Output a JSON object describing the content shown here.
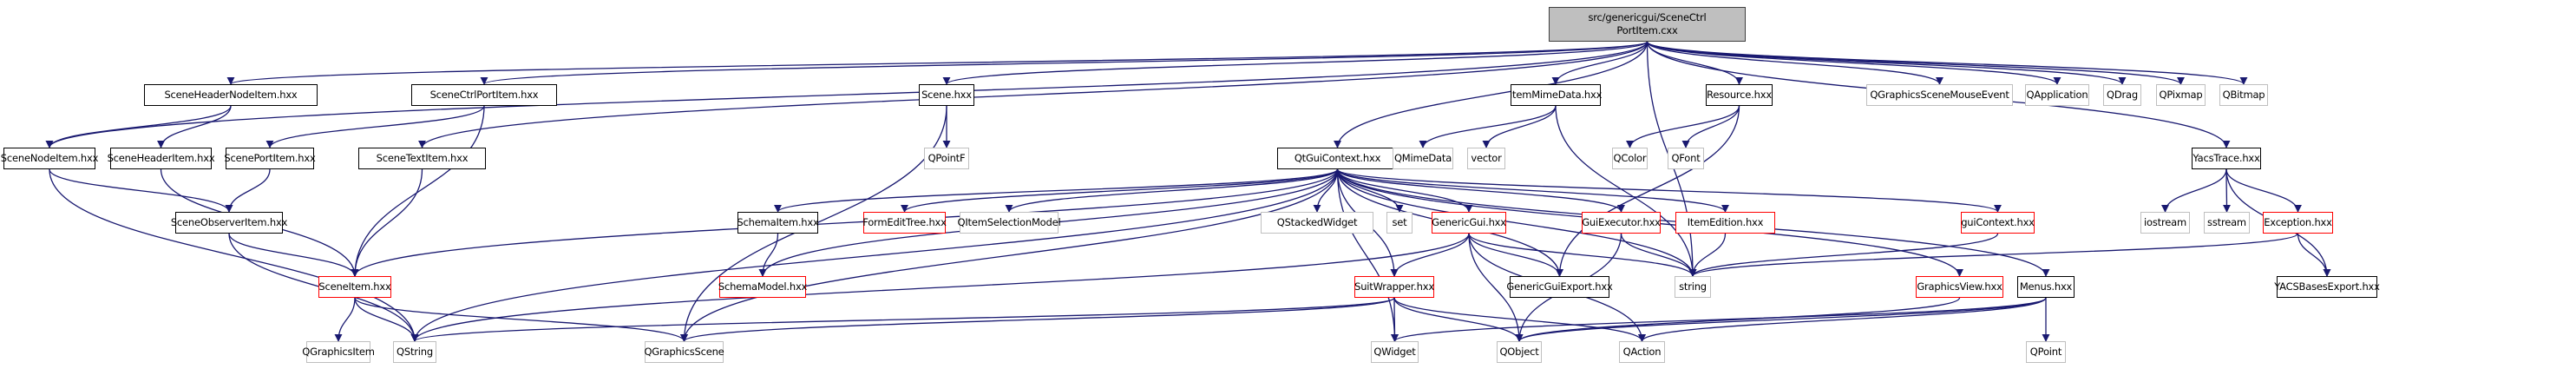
{
  "diagram": {
    "title": "src/genericgui/SceneCtrlPortItem.cxx include dependency graph",
    "colors": {
      "edge": "#191970",
      "root_fill": "#bfbfbf",
      "documented_border": "#000000",
      "truncated_border": "#ff0000",
      "external_border": "#bfbfbf"
    },
    "nodes": [
      {
        "id": "root",
        "label_lines": [
          "src/genericgui/SceneCtrl",
          "PortItem.cxx"
        ],
        "kind": "root"
      },
      {
        "id": "SceneHeaderNodeItem",
        "label": "SceneHeaderNodeItem.hxx",
        "kind": "doc"
      },
      {
        "id": "SceneCtrlPortItem",
        "label": "SceneCtrlPortItem.hxx",
        "kind": "doc"
      },
      {
        "id": "Scene",
        "label": "Scene.hxx",
        "kind": "doc"
      },
      {
        "id": "ItemMimeData",
        "label": "ItemMimeData.hxx",
        "kind": "doc"
      },
      {
        "id": "Resource",
        "label": "Resource.hxx",
        "kind": "doc"
      },
      {
        "id": "QGraphicsSceneMouseEvent",
        "label": "QGraphicsSceneMouseEvent",
        "kind": "ext"
      },
      {
        "id": "QApplication",
        "label": "QApplication",
        "kind": "ext"
      },
      {
        "id": "QDrag",
        "label": "QDrag",
        "kind": "ext"
      },
      {
        "id": "QPixmap",
        "label": "QPixmap",
        "kind": "ext"
      },
      {
        "id": "QBitmap",
        "label": "QBitmap",
        "kind": "ext"
      },
      {
        "id": "SceneNodeItem",
        "label": "SceneNodeItem.hxx",
        "kind": "doc"
      },
      {
        "id": "SceneHeaderItem",
        "label": "SceneHeaderItem.hxx",
        "kind": "doc"
      },
      {
        "id": "ScenePortItem",
        "label": "ScenePortItem.hxx",
        "kind": "doc"
      },
      {
        "id": "SceneTextItem",
        "label": "SceneTextItem.hxx",
        "kind": "doc"
      },
      {
        "id": "QPointF",
        "label": "QPointF",
        "kind": "ext"
      },
      {
        "id": "QtGuiContext",
        "label": "QtGuiContext.hxx",
        "kind": "doc"
      },
      {
        "id": "QMimeData",
        "label": "QMimeData",
        "kind": "ext"
      },
      {
        "id": "vector",
        "label": "vector",
        "kind": "ext"
      },
      {
        "id": "QColor",
        "label": "QColor",
        "kind": "ext"
      },
      {
        "id": "QFont",
        "label": "QFont",
        "kind": "ext"
      },
      {
        "id": "YacsTrace",
        "label": "YacsTrace.hxx",
        "kind": "doc"
      },
      {
        "id": "SceneObserverItem",
        "label": "SceneObserverItem.hxx",
        "kind": "doc"
      },
      {
        "id": "SchemaItem",
        "label": "SchemaItem.hxx",
        "kind": "doc"
      },
      {
        "id": "FormEditTree",
        "label": "FormEditTree.hxx",
        "kind": "red"
      },
      {
        "id": "QItemSelectionModel",
        "label": "QItemSelectionModel",
        "kind": "ext"
      },
      {
        "id": "QStackedWidget",
        "label": "QStackedWidget",
        "kind": "ext"
      },
      {
        "id": "set",
        "label": "set",
        "kind": "ext"
      },
      {
        "id": "GenericGui",
        "label": "GenericGui.hxx",
        "kind": "red"
      },
      {
        "id": "GuiExecutor",
        "label": "GuiExecutor.hxx",
        "kind": "red"
      },
      {
        "id": "ItemEdition",
        "label": "ItemEdition.hxx",
        "kind": "red"
      },
      {
        "id": "guiContext",
        "label": "guiContext.hxx",
        "kind": "red"
      },
      {
        "id": "iostream",
        "label": "iostream",
        "kind": "ext"
      },
      {
        "id": "sstream",
        "label": "sstream",
        "kind": "ext"
      },
      {
        "id": "Exception",
        "label": "Exception.hxx",
        "kind": "red"
      },
      {
        "id": "SceneItem",
        "label": "SceneItem.hxx",
        "kind": "red"
      },
      {
        "id": "SchemaModel",
        "label": "SchemaModel.hxx",
        "kind": "red"
      },
      {
        "id": "SuitWrapper",
        "label": "SuitWrapper.hxx",
        "kind": "red"
      },
      {
        "id": "GenericGuiExport",
        "label": "GenericGuiExport.hxx",
        "kind": "doc"
      },
      {
        "id": "string",
        "label": "string",
        "kind": "ext"
      },
      {
        "id": "GraphicsView",
        "label": "GraphicsView.hxx",
        "kind": "red"
      },
      {
        "id": "Menus",
        "label": "Menus.hxx",
        "kind": "doc"
      },
      {
        "id": "YACSBasesExport",
        "label": "YACSBasesExport.hxx",
        "kind": "doc"
      },
      {
        "id": "QGraphicsItem",
        "label": "QGraphicsItem",
        "kind": "ext"
      },
      {
        "id": "QString",
        "label": "QString",
        "kind": "ext"
      },
      {
        "id": "QGraphicsScene",
        "label": "QGraphicsScene",
        "kind": "ext"
      },
      {
        "id": "QWidget",
        "label": "QWidget",
        "kind": "ext"
      },
      {
        "id": "QObject",
        "label": "QObject",
        "kind": "ext"
      },
      {
        "id": "QAction",
        "label": "QAction",
        "kind": "ext"
      },
      {
        "id": "QPoint",
        "label": "QPoint",
        "kind": "ext"
      }
    ],
    "edges": [
      [
        "root",
        "SceneNodeItem"
      ],
      [
        "root",
        "SceneHeaderNodeItem"
      ],
      [
        "root",
        "SceneCtrlPortItem"
      ],
      [
        "root",
        "SceneTextItem"
      ],
      [
        "root",
        "Scene"
      ],
      [
        "root",
        "QtGuiContext"
      ],
      [
        "root",
        "ItemMimeData"
      ],
      [
        "root",
        "Resource"
      ],
      [
        "root",
        "QGraphicsSceneMouseEvent"
      ],
      [
        "root",
        "QApplication"
      ],
      [
        "root",
        "QDrag"
      ],
      [
        "root",
        "QPixmap"
      ],
      [
        "root",
        "QBitmap"
      ],
      [
        "root",
        "YacsTrace"
      ],
      [
        "root",
        "string"
      ],
      [
        "SceneHeaderNodeItem",
        "SceneNodeItem"
      ],
      [
        "SceneHeaderNodeItem",
        "SceneHeaderItem"
      ],
      [
        "SceneCtrlPortItem",
        "ScenePortItem"
      ],
      [
        "SceneCtrlPortItem",
        "SceneItem"
      ],
      [
        "Scene",
        "QPointF"
      ],
      [
        "Scene",
        "QGraphicsScene"
      ],
      [
        "ItemMimeData",
        "QMimeData"
      ],
      [
        "ItemMimeData",
        "vector"
      ],
      [
        "ItemMimeData",
        "string"
      ],
      [
        "Resource",
        "QColor"
      ],
      [
        "Resource",
        "QFont"
      ],
      [
        "Resource",
        "GenericGuiExport"
      ],
      [
        "SceneNodeItem",
        "SceneObserverItem"
      ],
      [
        "SceneNodeItem",
        "QString"
      ],
      [
        "SceneHeaderItem",
        "SceneItem"
      ],
      [
        "ScenePortItem",
        "SceneObserverItem"
      ],
      [
        "SceneTextItem",
        "SceneItem"
      ],
      [
        "SceneObserverItem",
        "SceneItem"
      ],
      [
        "SceneObserverItem",
        "QString"
      ],
      [
        "QtGuiContext",
        "SceneItem"
      ],
      [
        "QtGuiContext",
        "QString"
      ],
      [
        "QtGuiContext",
        "QGraphicsScene"
      ],
      [
        "QtGuiContext",
        "SchemaItem"
      ],
      [
        "QtGuiContext",
        "SchemaModel"
      ],
      [
        "QtGuiContext",
        "FormEditTree"
      ],
      [
        "QtGuiContext",
        "QItemSelectionModel"
      ],
      [
        "QtGuiContext",
        "QStackedWidget"
      ],
      [
        "QtGuiContext",
        "set"
      ],
      [
        "QtGuiContext",
        "GenericGui"
      ],
      [
        "QtGuiContext",
        "SuitWrapper"
      ],
      [
        "QtGuiContext",
        "GuiExecutor"
      ],
      [
        "QtGuiContext",
        "ItemEdition"
      ],
      [
        "QtGuiContext",
        "guiContext"
      ],
      [
        "QtGuiContext",
        "GraphicsView"
      ],
      [
        "QtGuiContext",
        "Menus"
      ],
      [
        "QtGuiContext",
        "GenericGuiExport"
      ],
      [
        "QtGuiContext",
        "QWidget"
      ],
      [
        "QtGuiContext",
        "string"
      ],
      [
        "YacsTrace",
        "iostream"
      ],
      [
        "YacsTrace",
        "sstream"
      ],
      [
        "YacsTrace",
        "Exception"
      ],
      [
        "YacsTrace",
        "YACSBasesExport"
      ],
      [
        "SchemaItem",
        "SchemaModel"
      ],
      [
        "GenericGui",
        "SuitWrapper"
      ],
      [
        "GenericGui",
        "GenericGuiExport"
      ],
      [
        "GenericGui",
        "string"
      ],
      [
        "GenericGui",
        "QObject"
      ],
      [
        "GenericGui",
        "QAction"
      ],
      [
        "GenericGui",
        "QString"
      ],
      [
        "GuiExecutor",
        "string"
      ],
      [
        "GuiExecutor",
        "QObject"
      ],
      [
        "ItemEdition",
        "string"
      ],
      [
        "guiContext",
        "string"
      ],
      [
        "Exception",
        "string"
      ],
      [
        "Exception",
        "YACSBasesExport"
      ],
      [
        "SceneItem",
        "QGraphicsItem"
      ],
      [
        "SceneItem",
        "QString"
      ],
      [
        "SceneItem",
        "QGraphicsScene"
      ],
      [
        "SuitWrapper",
        "QWidget"
      ],
      [
        "SuitWrapper",
        "QObject"
      ],
      [
        "SuitWrapper",
        "QAction"
      ],
      [
        "SuitWrapper",
        "QString"
      ],
      [
        "SuitWrapper",
        "QGraphicsScene"
      ],
      [
        "GraphicsView",
        "QObject"
      ],
      [
        "Menus",
        "QPoint"
      ],
      [
        "Menus",
        "QObject"
      ],
      [
        "Menus",
        "QAction"
      ],
      [
        "Menus",
        "QWidget"
      ]
    ]
  }
}
